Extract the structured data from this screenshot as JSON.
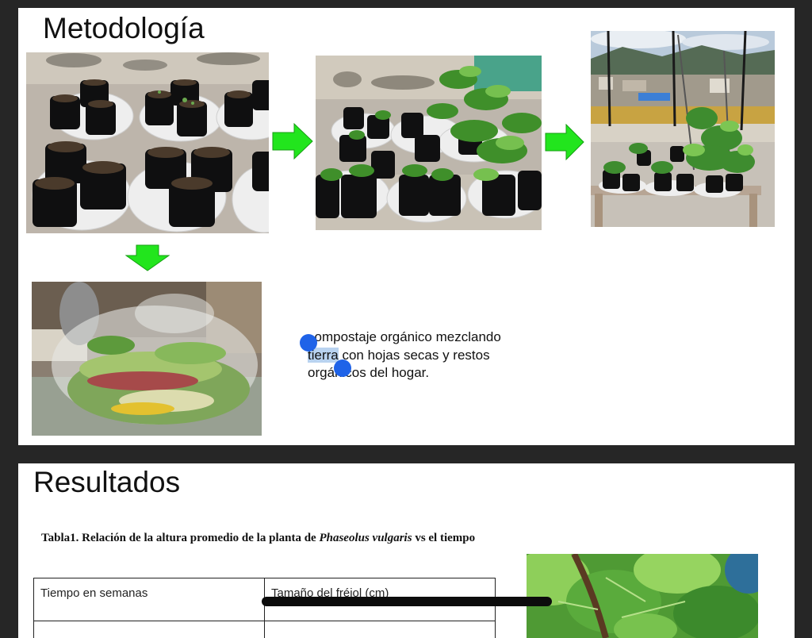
{
  "slides": {
    "methodology": {
      "title": "Metodología",
      "caption": {
        "first_char": "c",
        "line1_rest": "ompostaje orgánico mezclando",
        "selected_word": "tierra",
        "line2_rest": " con hojas secas y restos",
        "line3": "orgánicos del hogar."
      }
    },
    "results": {
      "title": "Resultados",
      "table_caption": {
        "prefix": "Tabla1. Relación de la altura promedio de la planta de ",
        "species": "Phaseolus vulgaris",
        "suffix": " vs el tiempo"
      },
      "table_headers": [
        "Tiempo en semanas",
        "Tamaño del fréjol (cm)"
      ]
    }
  },
  "colors": {
    "arrow": "#22e51d",
    "selection_handle": "#1f63e8",
    "selection_highlight": "#b9d3f0",
    "frame": "#262626"
  },
  "icons": {
    "arrow_right": "arrow-right-icon",
    "arrow_down": "arrow-down-icon",
    "selection_handle": "selection-handle-icon"
  }
}
